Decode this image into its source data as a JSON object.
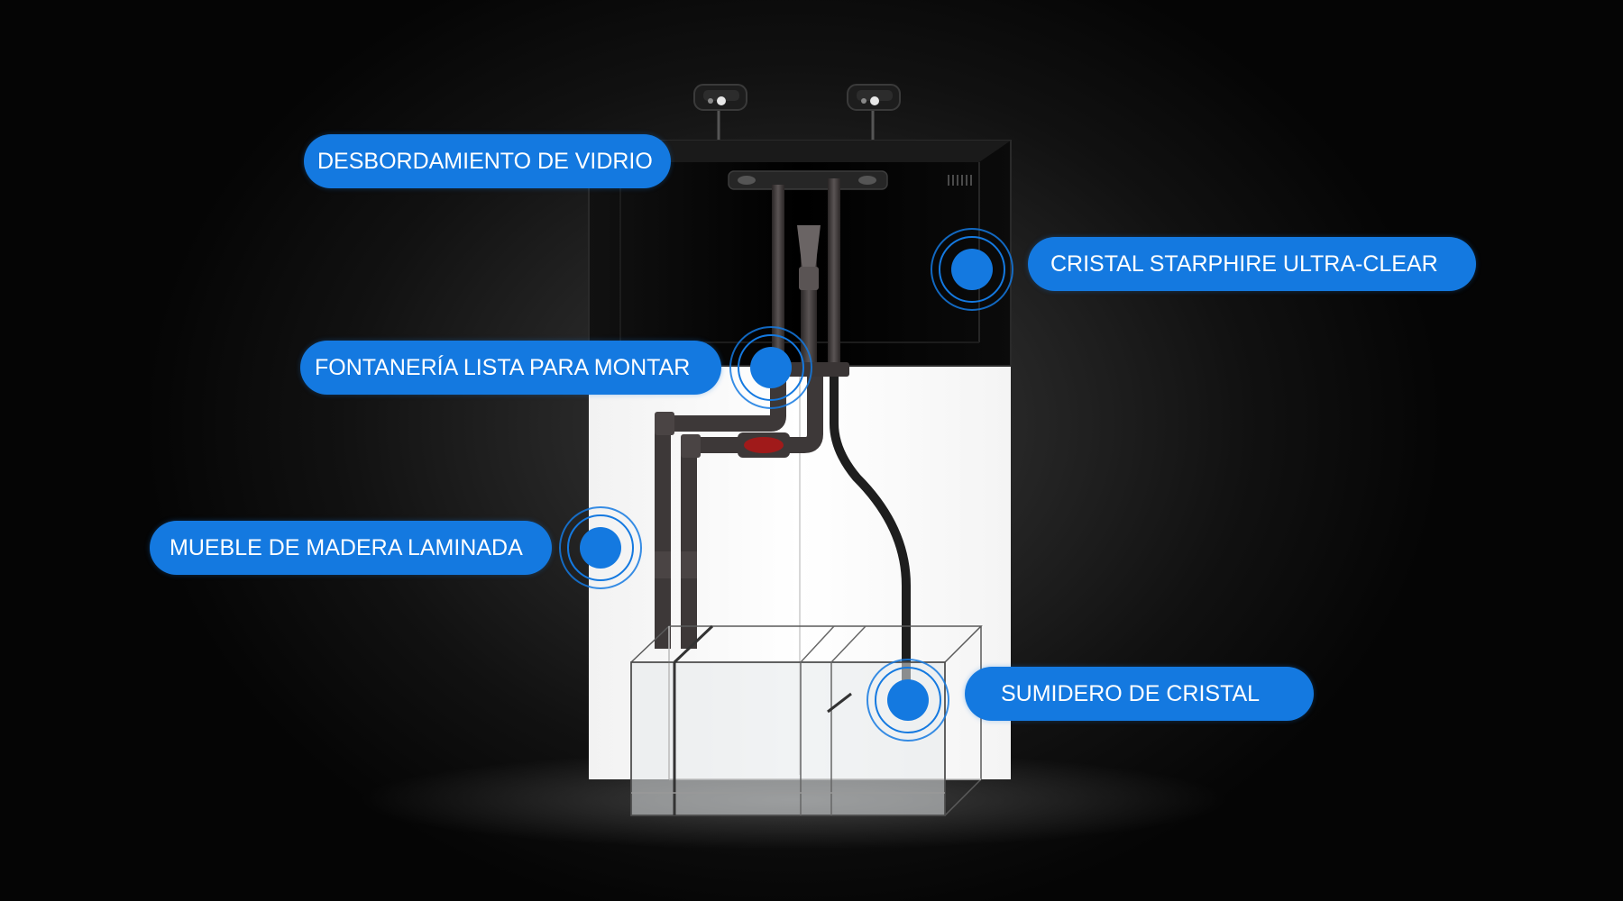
{
  "callouts": {
    "glass_overflow": "DESBORDAMIENTO DE VIDRIO",
    "starphire_glass": "CRISTAL STARPHIRE ULTRA-CLEAR",
    "ready_plumbing": "FONTANERÍA LISTA PARA MONTAR",
    "laminated_cabinet": "MUEBLE DE MADERA LAMINADA",
    "glass_sump": "SUMIDERO DE CRISTAL"
  },
  "colors": {
    "accent": "#1479e0",
    "background": "#000000",
    "cabinet": "#ffffff",
    "tank": "#050505",
    "pipe": "#3d3838",
    "valve": "#a01a1a"
  },
  "icons": {
    "hotspot": "pulse-target-icon",
    "lights": "led-light-fixture-icon"
  }
}
